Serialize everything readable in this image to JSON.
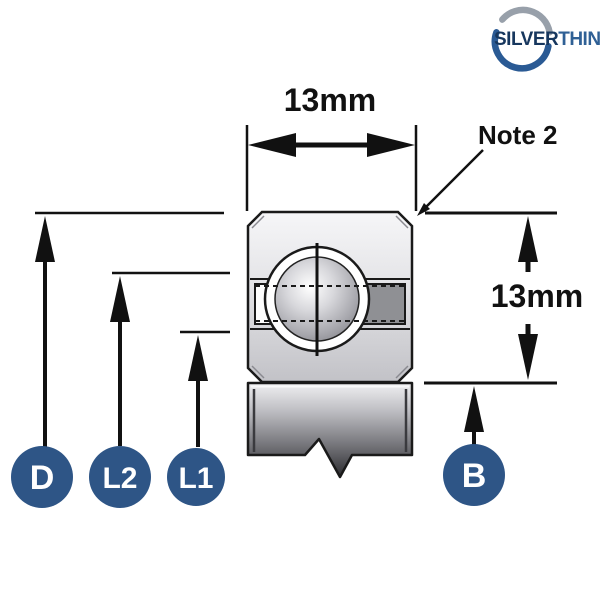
{
  "title": "Bearing cross-section dimension diagram",
  "logo": {
    "text_silver": "SILVER",
    "text_thin": "THIN",
    "arc_blue": "#2a5a94",
    "arc_gray": "#98a0aa",
    "color_silver": "#17375e",
    "color_thin": "#2f6095"
  },
  "dimensions": {
    "width_label": "13mm",
    "height_label": "13mm",
    "note_label": "Note 2"
  },
  "callouts": [
    {
      "id": "D",
      "label": "D"
    },
    {
      "id": "L2",
      "label": "L2"
    },
    {
      "id": "L1",
      "label": "L1"
    },
    {
      "id": "B",
      "label": "B"
    }
  ],
  "colors": {
    "line": "#111111",
    "outline": "#1a1a1a",
    "callout_circle": "#2e5586",
    "callout_text": "#ffffff",
    "pocket_left": "#fdfdfd",
    "pocket_right": "#8f9094",
    "background": "#ffffff"
  }
}
